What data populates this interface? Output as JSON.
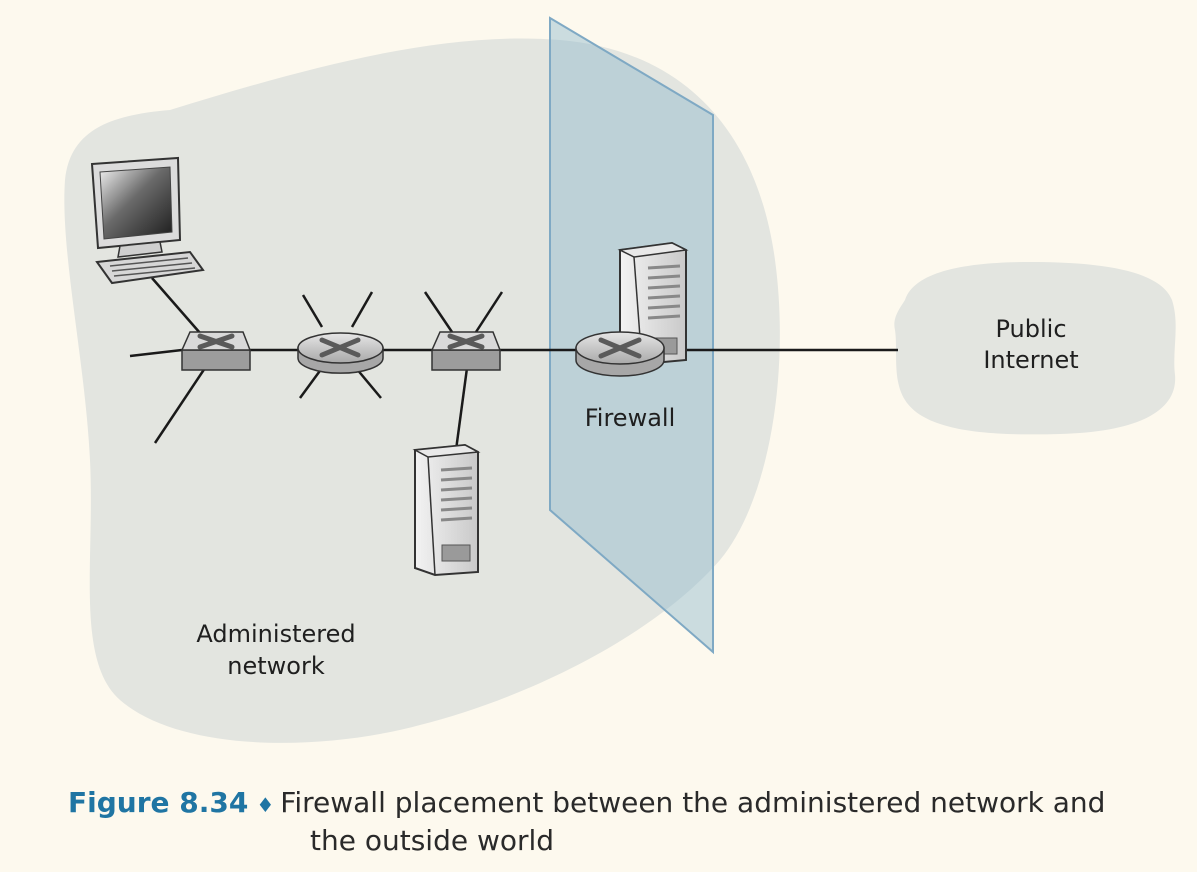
{
  "labels": {
    "firewall": "Firewall",
    "public_internet_line1": "Public",
    "public_internet_line2": "Internet",
    "admin_line1": "Administered",
    "admin_line2": "network"
  },
  "caption": {
    "figure_number": "Figure 8.34",
    "bullet": "♦",
    "text_line1": "Firewall placement between the administered network and",
    "text_line2": "the outside world"
  },
  "colors": {
    "background": "#fdf9ee",
    "network_region": "#e3e5e0",
    "internet_cloud": "#e3e5e0",
    "firewall_plane": "#8fb8cc",
    "caption_accent": "#1f75a3"
  }
}
